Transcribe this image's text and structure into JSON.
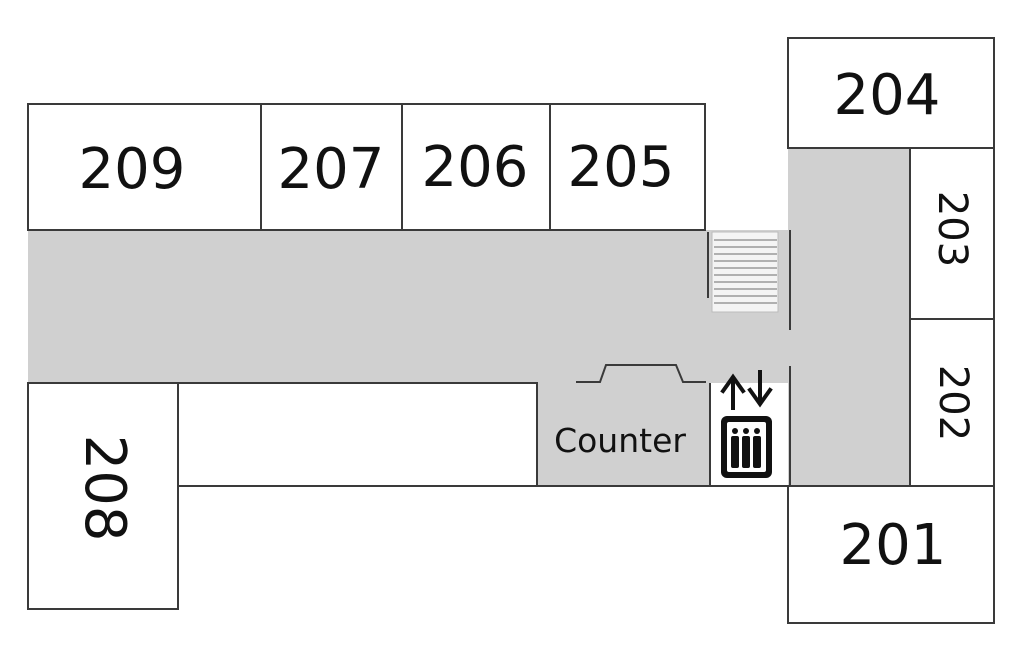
{
  "floor_plan": {
    "rooms": {
      "r209": "209",
      "r207": "207",
      "r206": "206",
      "r205": "205",
      "r204": "204",
      "r203": "203",
      "r202": "202",
      "r201": "201",
      "r208": "208"
    },
    "counter_label": "Counter",
    "icons": {
      "stairs": "stairs-icon",
      "elevator": "elevator-icon"
    },
    "colors": {
      "corridor": "#d0d0d0",
      "wall": "#3a3a3a",
      "room": "#ffffff",
      "icon": "#111111"
    }
  }
}
